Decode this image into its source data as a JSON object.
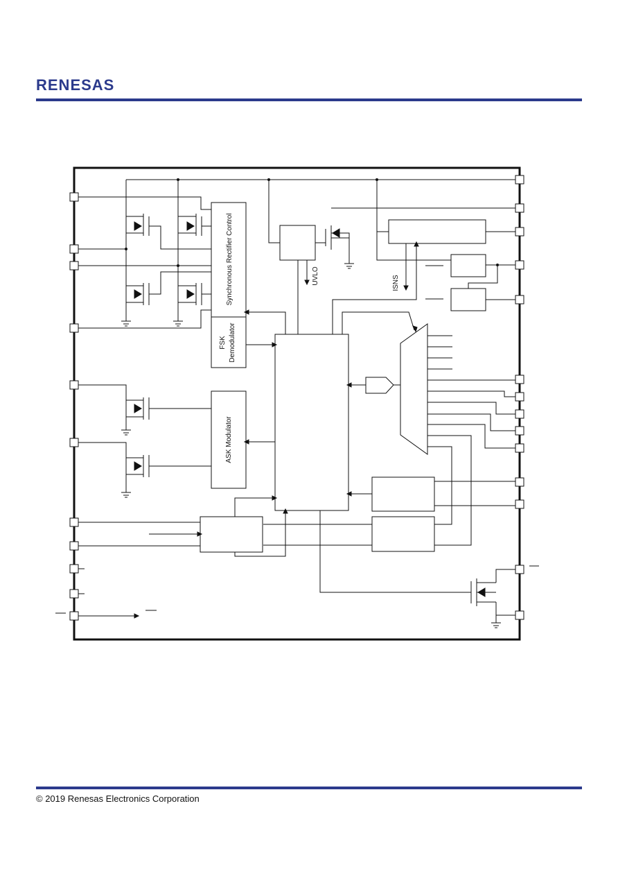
{
  "header": {
    "logo_text": "RENESAS",
    "brand_color": "#2b3a8c"
  },
  "diagram": {
    "blocks": {
      "sync_rect_control": "Synchronous Rectifier Control",
      "fsk_line1": "FSK",
      "fsk_line2": "Demodulator",
      "ask_modulator": "ASK Modulator"
    },
    "labels": {
      "uvlo": "UVLO",
      "isns": "ISNS"
    }
  },
  "footer": {
    "copyright": "© 2019 Renesas Electronics Corporation"
  }
}
